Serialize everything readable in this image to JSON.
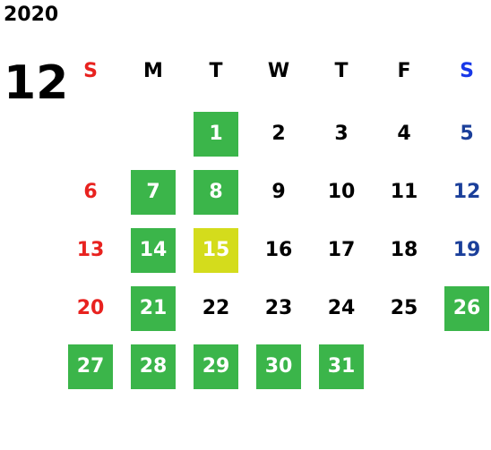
{
  "year": "2020",
  "month": "12",
  "weekdays": [
    "S",
    "M",
    "T",
    "W",
    "T",
    "F",
    "S"
  ],
  "colors": {
    "highlight": "#3bb54a",
    "today": "#d4dc1c",
    "sunday": "#e8221f",
    "saturday": "#1b3f9a",
    "weekday": "#000000"
  },
  "weeks": [
    [
      "",
      "",
      "1",
      "2",
      "3",
      "4",
      "5"
    ],
    [
      "6",
      "7",
      "8",
      "9",
      "10",
      "11",
      "12"
    ],
    [
      "13",
      "14",
      "15",
      "16",
      "17",
      "18",
      "19"
    ],
    [
      "20",
      "21",
      "22",
      "23",
      "24",
      "25",
      "26"
    ],
    [
      "27",
      "28",
      "29",
      "30",
      "31",
      "",
      ""
    ]
  ],
  "highlighted_days": [
    "1",
    "7",
    "8",
    "14",
    "21",
    "26",
    "27",
    "28",
    "29",
    "30",
    "31"
  ],
  "today": "15"
}
